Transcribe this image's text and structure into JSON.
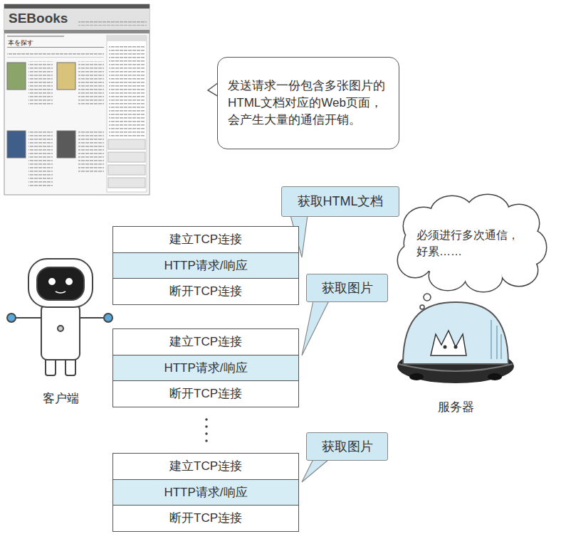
{
  "diagram": {
    "nodes": [
      {
        "text": [
          "发送请求一份包含多张图片的HTML文档对应的Web页面，会产生大量的通信开销。"
        ]
      },
      {
        "text": [
          "获取HTML文档"
        ]
      },
      {
        "text": [
          "必须进行多次通信，好累……"
        ]
      },
      {
        "text": [
          "建立TCP连接"
        ]
      },
      {
        "text": [
          "HTTP请求/响应"
        ]
      },
      {
        "text": [
          "断开TCP连接"
        ]
      },
      {
        "text": [
          "获取图片"
        ]
      },
      {
        "text": [
          "建立TCP连接"
        ]
      },
      {
        "text": [
          "HTTP请求/响应"
        ]
      },
      {
        "text": [
          "断开TCP连接"
        ]
      },
      {
        "text": [
          "获取图片"
        ]
      },
      {
        "text": [
          "建立TCP连接"
        ]
      },
      {
        "text": [
          "HTTP请求/响应"
        ]
      },
      {
        "text": [
          "断开TCP连接"
        ]
      }
    ],
    "labels": [
      "SEBooks",
      "本を探す",
      "客户端",
      "服务器"
    ]
  }
}
